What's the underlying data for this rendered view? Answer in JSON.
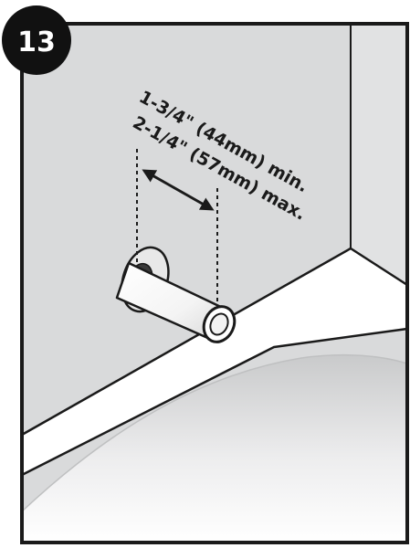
{
  "step_badge": {
    "number": "13"
  },
  "dimension": {
    "min_label": "1-3/4\" (44mm) min.",
    "max_label": "2-1/4\" (57mm) max."
  },
  "colors": {
    "wall": "#d9dadb",
    "wall_right": "#e1e2e3",
    "outline": "#1a1a1a",
    "tub": "#ffffff",
    "tub_shade": "#cfd0d1",
    "badge_fill": "#111111",
    "badge_text": "#ffffff"
  }
}
